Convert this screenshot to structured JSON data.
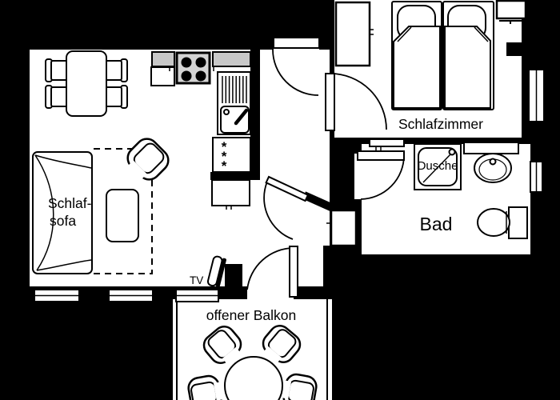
{
  "page": {
    "background": "#000000"
  },
  "plan": {
    "floor_color": "#ffffff",
    "wall_color": "#000000",
    "counter_color": "#c8c8c8",
    "line_color": "#000000"
  },
  "labels": {
    "sleeper_sofa_line1": "Schlaf-",
    "sleeper_sofa_line2": "sofa",
    "tv": "TV",
    "bedroom": "Schlafzimmer",
    "shower": "Dusche",
    "bathroom": "Bad",
    "balcony": "offener Balkon",
    "freezer_star": "*"
  }
}
